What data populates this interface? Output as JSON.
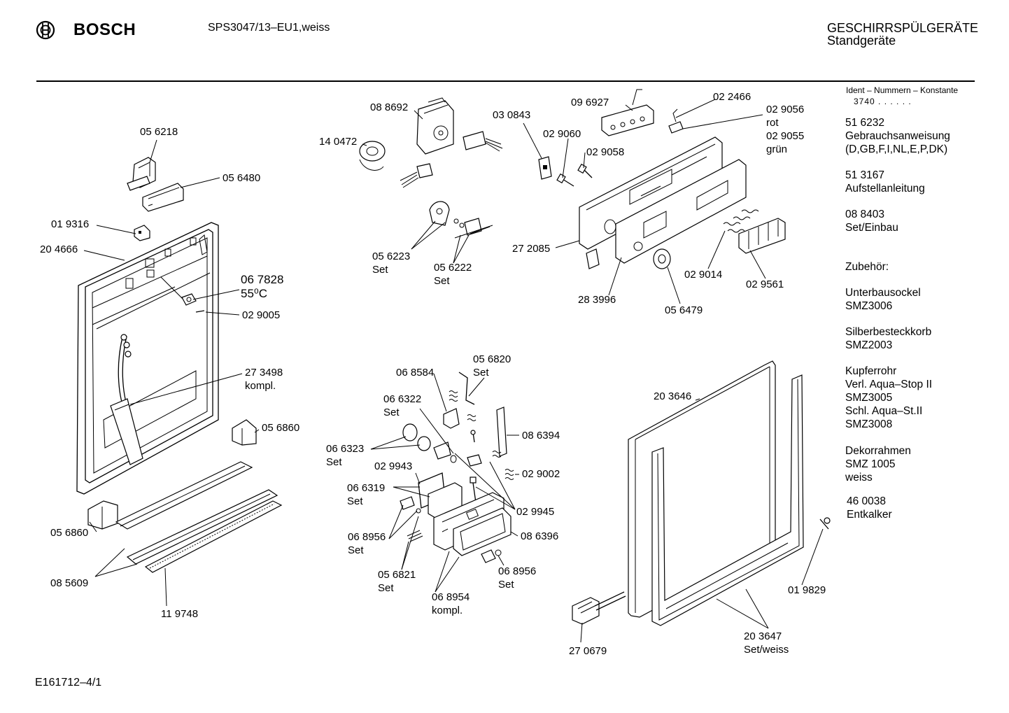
{
  "header": {
    "brand": "BOSCH",
    "model": "SPS3047/13–EU1,weiss",
    "category": "GESCHIRRSPÜLGERÄTE",
    "subcategory": "Standgeräte"
  },
  "footer": {
    "doc_id": "E161712–4/1"
  },
  "sidebar": {
    "ident_title": "Ident – Nummern – Konstante",
    "ident_value": "3740 . . . . . .",
    "entries": [
      {
        "lines": [
          "51 6232",
          "Gebrauchsanweisung",
          "(D,GB,F,I,NL,E,P,DK)"
        ]
      },
      {
        "lines": [
          "51 3167",
          "Aufstellanleitung"
        ]
      },
      {
        "lines": [
          "08 8403",
          "Set/Einbau"
        ]
      },
      {
        "lines": [
          "Zubehör:"
        ]
      },
      {
        "lines": [
          "Unterbausockel",
          "SMZ3006"
        ]
      },
      {
        "lines": [
          "Silberbesteckkorb",
          "SMZ2003"
        ]
      },
      {
        "lines": [
          "Kupferrohr",
          "Verl. Aqua–Stop II",
          "SMZ3005",
          "Schl. Aqua–St.II",
          "SMZ3008"
        ]
      },
      {
        "lines": [
          "Dekorrahmen",
          "SMZ 1005",
          "weiss"
        ]
      },
      {
        "lines": [
          "46 0038",
          "Entkalker"
        ]
      }
    ]
  },
  "callouts": {
    "p056218": "05 6218",
    "p056480": "05 6480",
    "p019316": "01 9316",
    "p204666": "20 4666",
    "p067828": "06 7828",
    "p067828_temp": "55⁰C",
    "p029005": "02 9005",
    "p273498": "27 3498",
    "p273498_note": "kompl.",
    "p056860a": "05 6860",
    "p056860b": "05 6860",
    "p085609": "08 5609",
    "p119748": "11 9748",
    "p088692": "08 8692",
    "p140472": "14 0472",
    "p030843": "03 0843",
    "p096927": "09 6927",
    "p022466": "02 2466",
    "p029056": "02 9056",
    "p029056_note": "rot",
    "p029055": "02 9055",
    "p029055_note": "grün",
    "p029060": "02 9060",
    "p029058": "02 9058",
    "p056223": "05 6223",
    "p056223_note": "Set",
    "p056222": "05 6222",
    "p056222_note": "Set",
    "p272085": "27 2085",
    "p283996": "28 3996",
    "p056479": "05 6479",
    "p029014": "02 9014",
    "p029561": "02 9561",
    "p068584": "06 8584",
    "p056820": "05 6820",
    "p056820_note": "Set",
    "p066322": "06 6322",
    "p066322_note": "Set",
    "p066323": "06 6323",
    "p066323_note": "Set",
    "p086394": "08 6394",
    "p029943": "02 9943",
    "p029002": "02 9002",
    "p066319": "06 6319",
    "p066319_note": "Set",
    "p029945": "02 9945",
    "p068956a": "06 8956",
    "p068956a_note": "Set",
    "p086396": "08 6396",
    "p056821": "05 6821",
    "p056821_note": "Set",
    "p068956b": "06 8956",
    "p068956b_note": "Set",
    "p068954": "06 8954",
    "p068954_note": "kompl.",
    "p203646": "20 3646",
    "p019829": "01 9829",
    "p270679": "27 0679",
    "p203647": "20 3647",
    "p203647_note": "Set/weiss"
  }
}
